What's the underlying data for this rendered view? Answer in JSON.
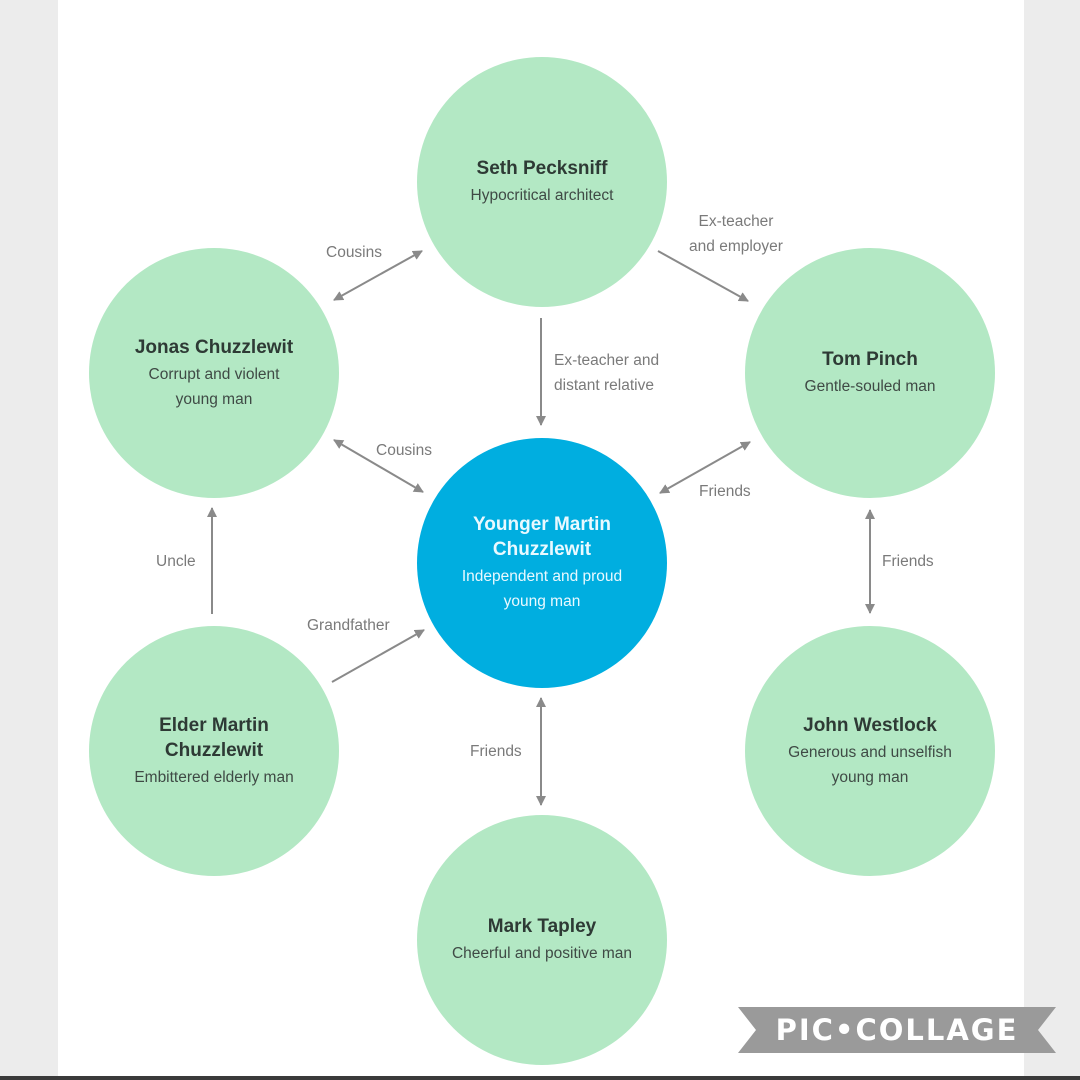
{
  "nodes": {
    "seth": {
      "name": "Seth Pecksniff",
      "desc": "Hypocritical architect"
    },
    "jonas": {
      "name": "Jonas Chuzzlewit",
      "desc": "Corrupt and violent\nyoung man"
    },
    "tom": {
      "name": "Tom Pinch",
      "desc": "Gentle-souled man"
    },
    "younger": {
      "name": "Younger Martin\nChuzzlewit",
      "desc": "Independent and proud\nyoung man"
    },
    "elder": {
      "name": "Elder Martin\nChuzzlewit",
      "desc": "Embittered elderly man"
    },
    "john": {
      "name": "John Westlock",
      "desc": "Generous and unselfish\nyoung man"
    },
    "mark": {
      "name": "Mark Tapley",
      "desc": "Cheerful and positive man"
    }
  },
  "edges": {
    "seth_jonas": "Cousins",
    "seth_tom": "Ex-teacher\nand employer",
    "seth_younger": "Ex-teacher and\ndistant relative",
    "jonas_younger": "Cousins",
    "tom_younger": "Friends",
    "elder_jonas": "Uncle",
    "tom_john": "Friends",
    "elder_younger": "Grandfather",
    "younger_mark": "Friends"
  },
  "colors": {
    "node": "#b3e8c4",
    "center_node": "#00aee0",
    "arrow": "#8a8a8a"
  },
  "watermark": "PIC•COLLAGE"
}
